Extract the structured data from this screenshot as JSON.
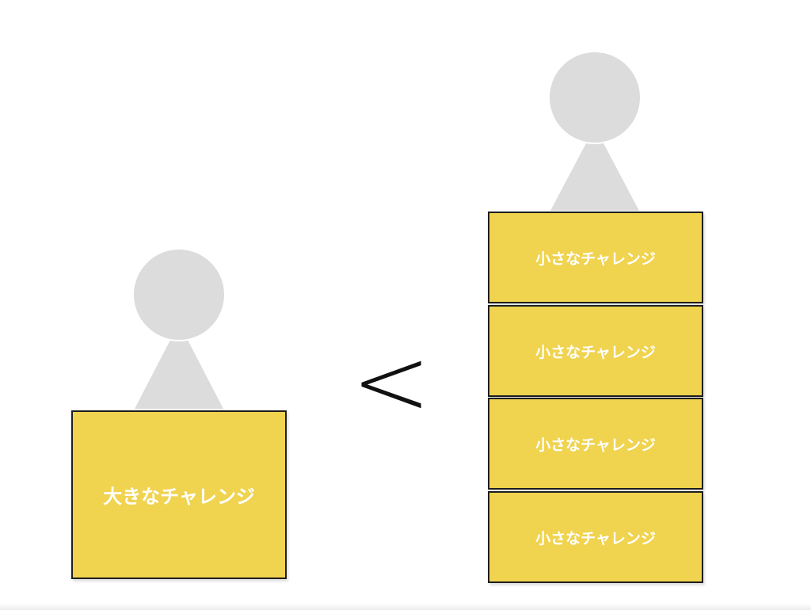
{
  "colors": {
    "box_fill": "#f0d34f",
    "box_border": "#1e1e1e",
    "figure_fill": "#dcdcdd",
    "text": "#ffffff"
  },
  "left_side": {
    "box_label": "大きなチャレンジ",
    "figure_icon": "person-figure-icon"
  },
  "comparison": {
    "symbol": "<"
  },
  "right_side": {
    "figure_icon": "person-figure-icon",
    "boxes": [
      {
        "label": "小さなチャレンジ"
      },
      {
        "label": "小さなチャレンジ"
      },
      {
        "label": "小さなチャレンジ"
      },
      {
        "label": "小さなチャレンジ"
      }
    ]
  }
}
